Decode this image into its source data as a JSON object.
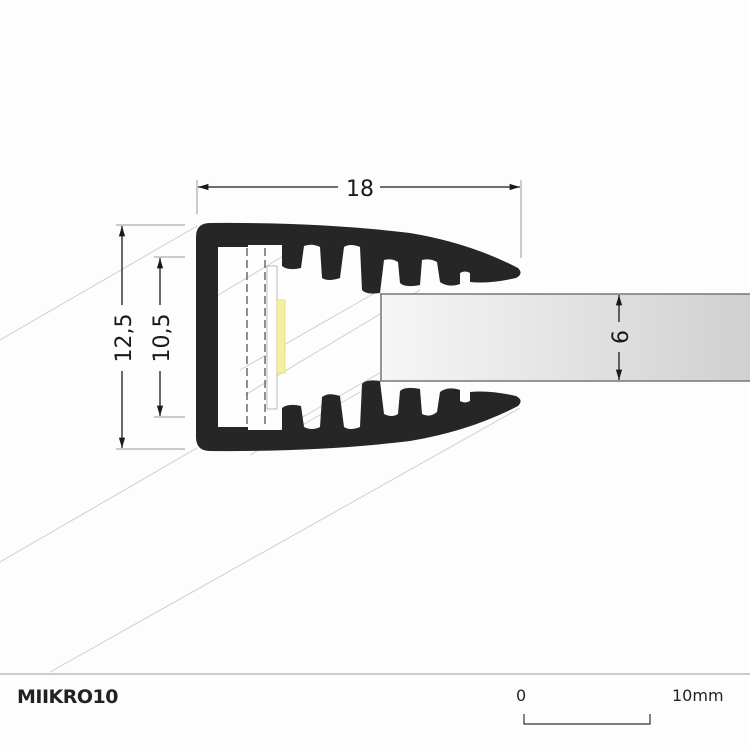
{
  "product": {
    "name": "MIIKRO10"
  },
  "dimensions": {
    "width": "18",
    "height_outer": "12,5",
    "height_inner": "10,5",
    "cover_thickness": "6"
  },
  "scale_bar": {
    "start_label": "0",
    "end_label": "10mm"
  },
  "colors": {
    "profile": "#262626",
    "led_chip": "#f6ef9e",
    "cover_gradient_start": "#f4f4f4",
    "cover_gradient_end": "#d2d2d2",
    "guide_lines": "#c8c8c8",
    "dimension_lines": "#1a1a1a"
  }
}
